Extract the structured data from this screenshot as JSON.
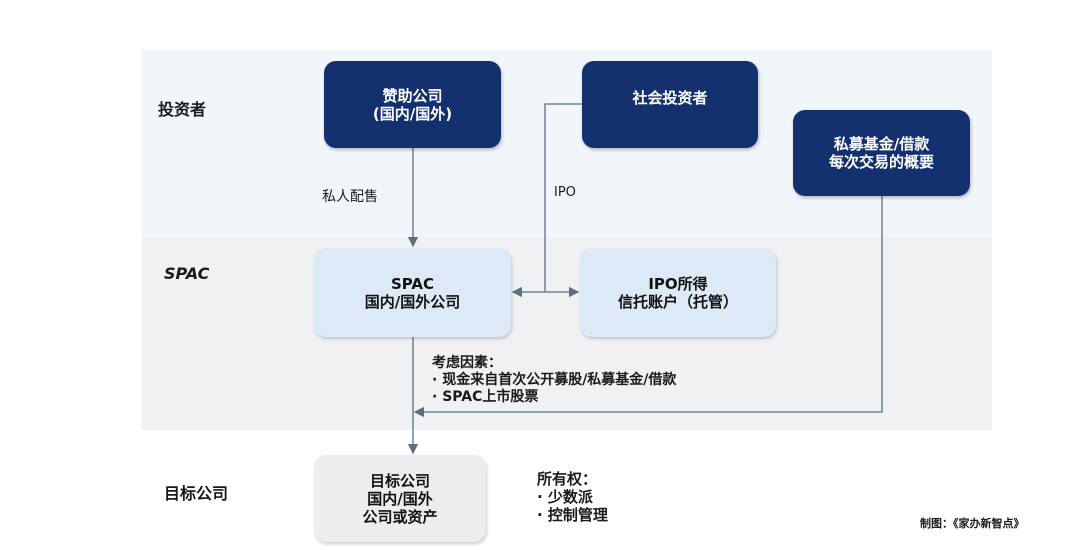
{
  "colors": {
    "dark_box": "#14306e",
    "light_box": "#dde9f6",
    "gray_box": "#ededee",
    "line": "#5a6f85"
  },
  "rows": {
    "investors": "投资者",
    "spac": "SPAC",
    "target": "目标公司"
  },
  "boxes": {
    "sponsor": [
      "赞助公司",
      "(国内/国外)"
    ],
    "public_investors": [
      "社会投资者"
    ],
    "private_fund": [
      "私募基金/借款",
      "每次交易的概要"
    ],
    "spac": [
      "SPAC",
      "国内/国外公司"
    ],
    "trust": [
      "IPO所得",
      "信托账户（托管）"
    ],
    "target": [
      "目标公司",
      "国内/国外",
      "公司或资产"
    ]
  },
  "edges": {
    "private_placement": "私人配售",
    "ipo": "IPO"
  },
  "considerations": {
    "title": "考虑因素：",
    "items": [
      "· 现金来自首次公开募股/私募基金/借款",
      "· SPAC上市股票"
    ]
  },
  "ownership": {
    "title": "所有权：",
    "items": [
      "· 少数派",
      "· 控制管理"
    ]
  },
  "credit": "制图：《家办新智点》"
}
